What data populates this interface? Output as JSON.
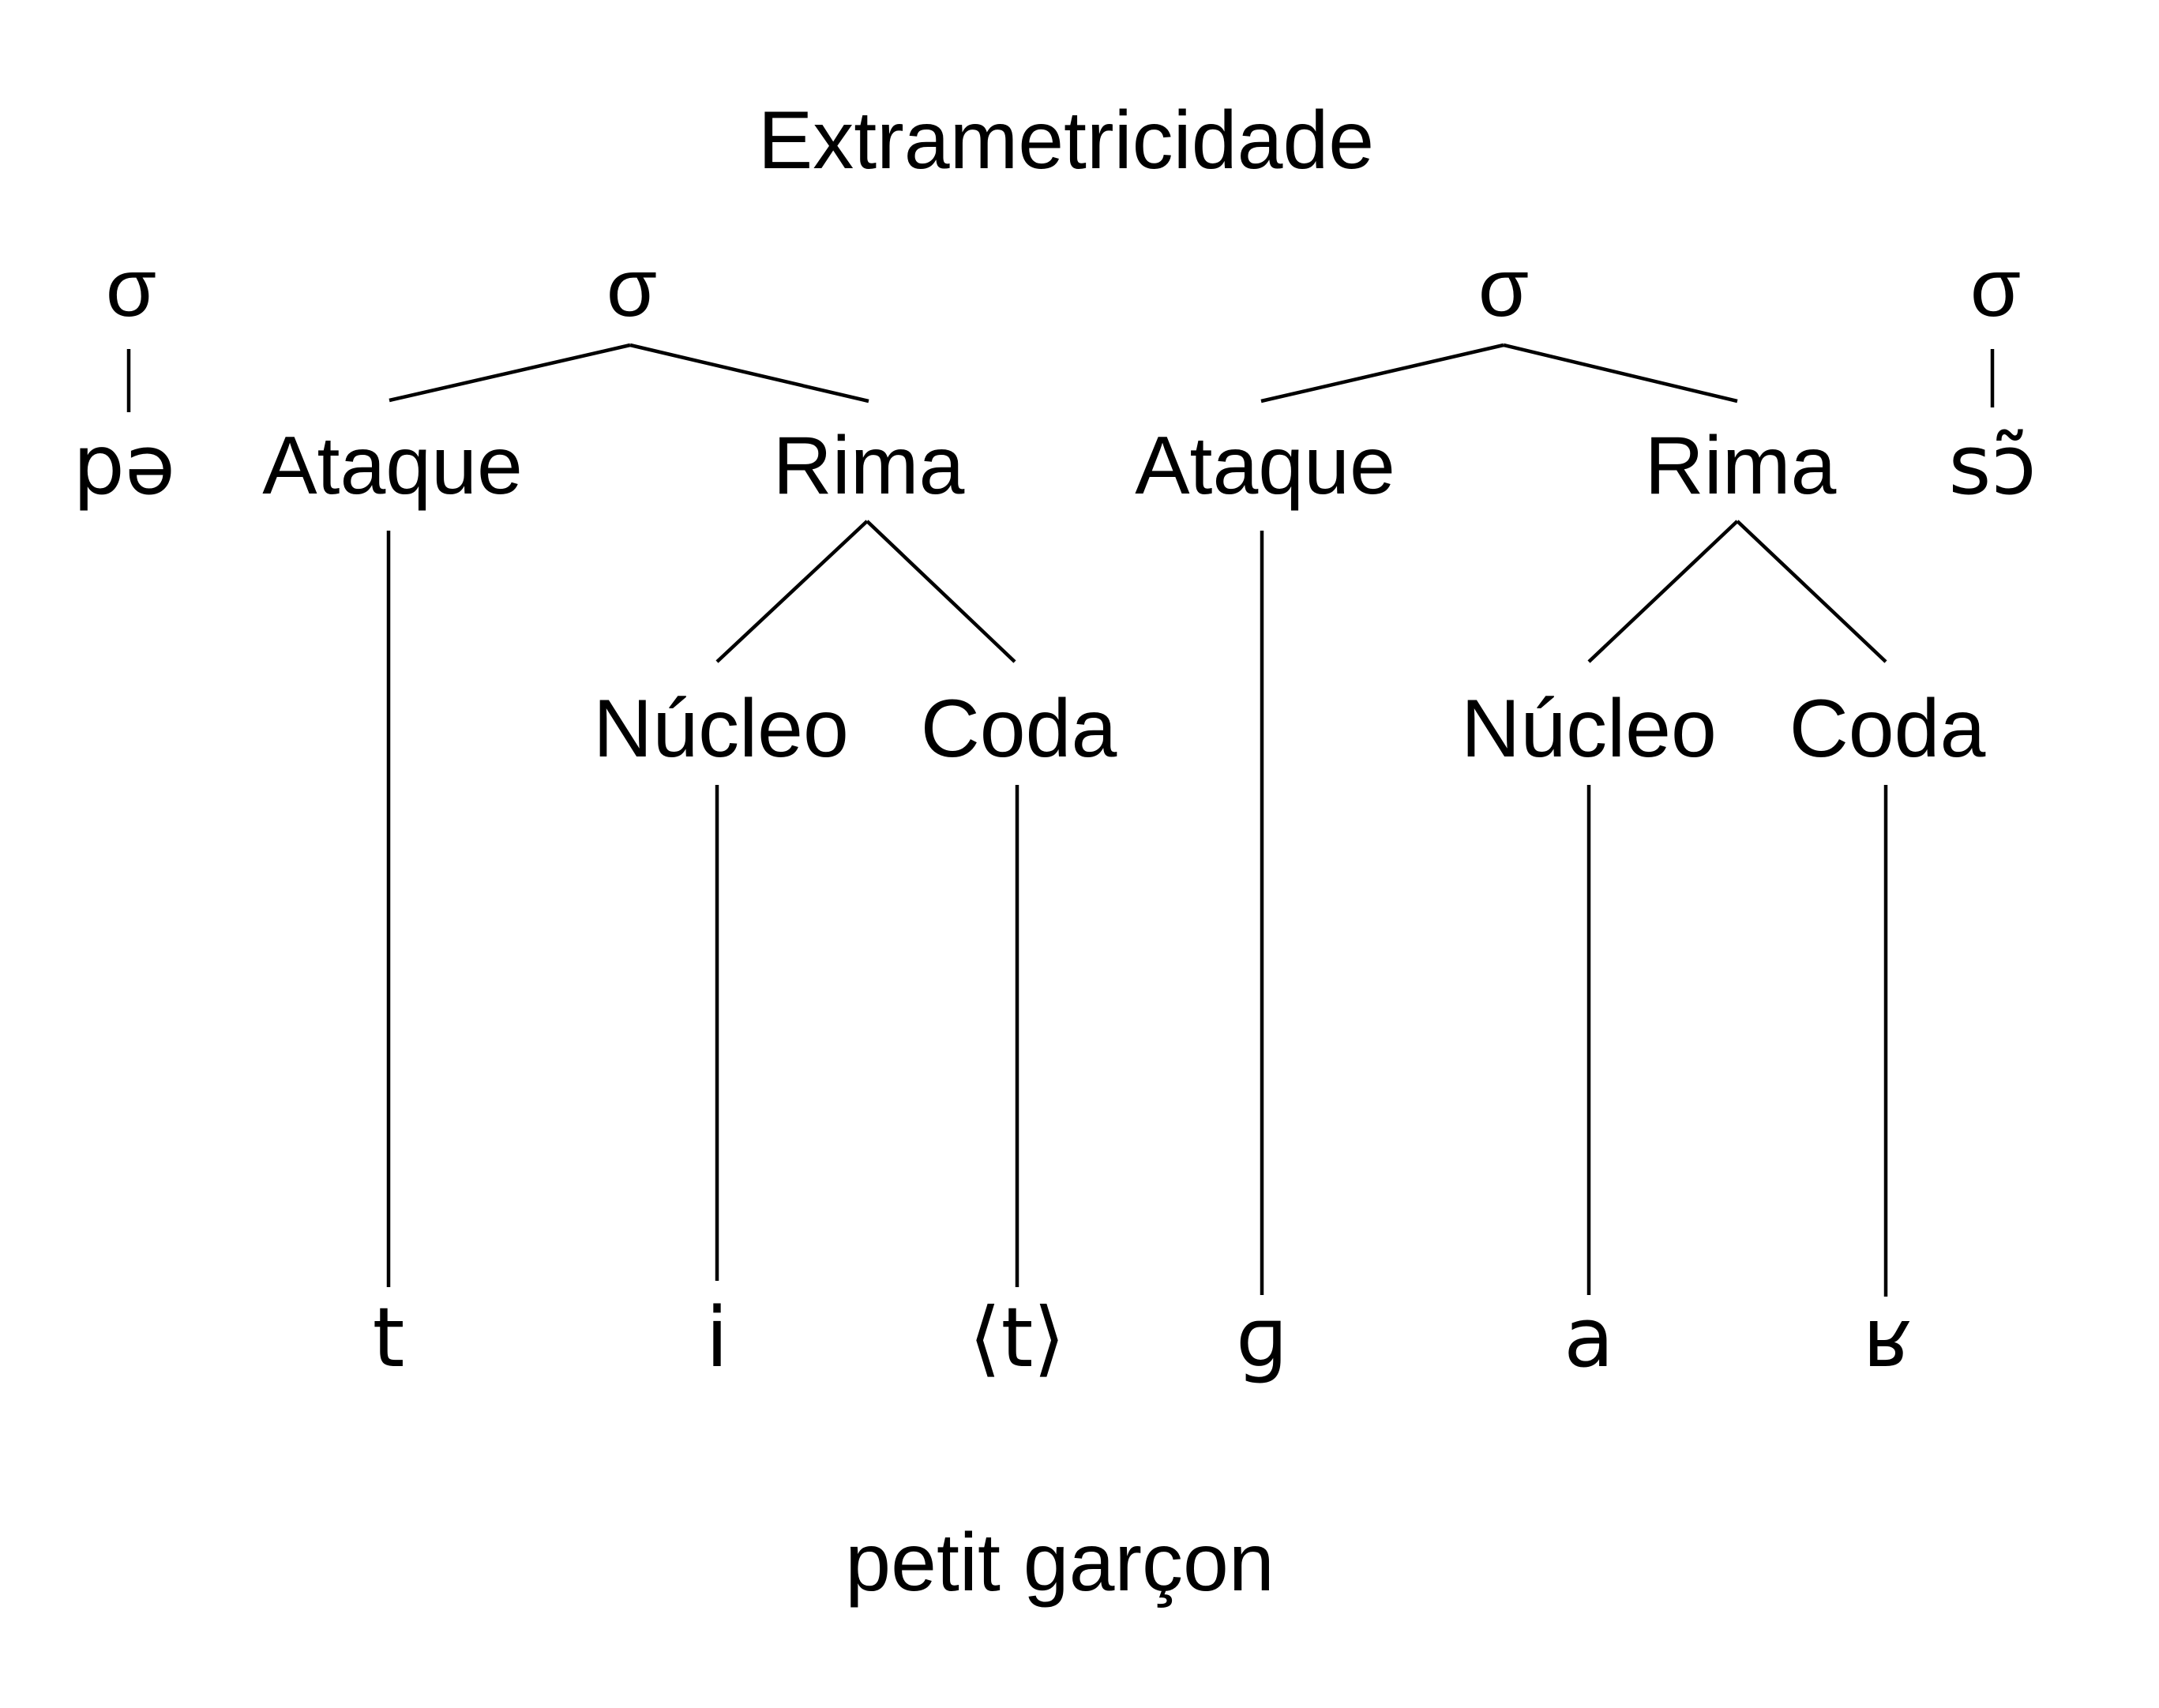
{
  "diagram": {
    "title": "Extrametricidade",
    "caption": "petit garçon",
    "syllables": [
      {
        "node": "σ",
        "segment": "pə"
      },
      {
        "node": "σ",
        "onset": {
          "label": "Ataque",
          "segment": "t"
        },
        "rhyme": {
          "label": "Rima",
          "nucleus": {
            "label": "Núcleo",
            "segment": "i"
          },
          "coda": {
            "label": "Coda",
            "segment": "⟨t⟩"
          }
        }
      },
      {
        "node": "σ",
        "onset": {
          "label": "Ataque",
          "segment": "ɡ"
        },
        "rhyme": {
          "label": "Rima",
          "nucleus": {
            "label": "Núcleo",
            "segment": "a"
          },
          "coda": {
            "label": "Coda",
            "segment": "ʁ"
          }
        }
      },
      {
        "node": "σ",
        "segment": "sɔ̃"
      }
    ]
  }
}
